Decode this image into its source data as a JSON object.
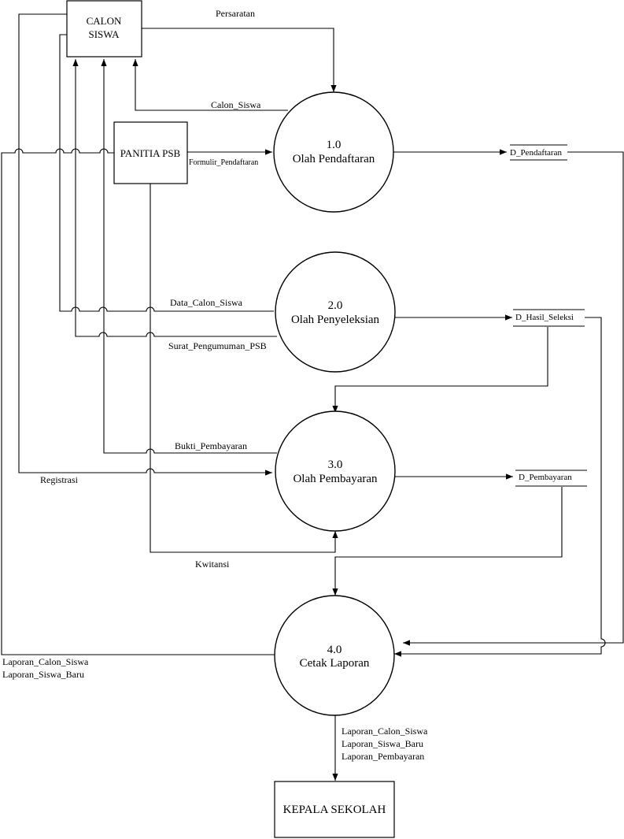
{
  "entities": {
    "calon_siswa": {
      "line1": "CALON",
      "line2": "SISWA"
    },
    "panitia": "PANITIA PSB",
    "kepala": "KEPALA SEKOLAH"
  },
  "processes": [
    {
      "number": "1.0",
      "name": "Olah Pendaftaran"
    },
    {
      "number": "2.0",
      "name": "Olah Penyeleksian"
    },
    {
      "number": "3.0",
      "name": "Olah Pembayaran"
    },
    {
      "number": "4.0",
      "name": "Cetak Laporan"
    }
  ],
  "stores": {
    "pendaftaran": "D_Pendaftaran",
    "hasil_seleksi": "D_Hasil_Seleksi",
    "pembayaran": "D_Pembayaran"
  },
  "flows": {
    "persaratan": "Persaratan",
    "calon_siswa": "Calon_Siswa",
    "formulir": "Formulir_Pendaftaran",
    "data_calon": "Data_Calon_Siswa",
    "surat": "Surat_Pengumuman_PSB",
    "bukti": "Bukti_Pembayaran",
    "registrasi": "Registrasi",
    "kwitansi": "Kwitansi",
    "laporan_left": [
      "Laporan_Calon_Siswa",
      "Laporan_Siswa_Baru"
    ],
    "laporan_bottom": [
      "Laporan_Calon_Siswa",
      "Laporan_Siswa_Baru",
      "Laporan_Pembayaran"
    ]
  }
}
